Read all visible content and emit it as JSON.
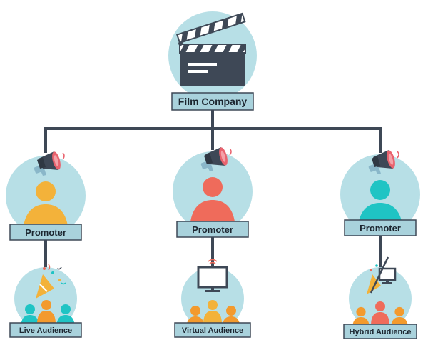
{
  "root": {
    "label": "Film Company",
    "icon": "clapperboard-icon"
  },
  "promoters": [
    {
      "label": "Promoter",
      "person_color": "#f3b23a",
      "icon": "megaphone-icon",
      "audience": {
        "label": "Live Audience",
        "icon": "confetti-popper-icon"
      }
    },
    {
      "label": "Promoter",
      "person_color": "#ef6b5b",
      "icon": "megaphone-icon",
      "audience": {
        "label": "Virtual Audience",
        "icon": "monitor-icon"
      }
    },
    {
      "label": "Promoter",
      "person_color": "#1fc4c4",
      "icon": "megaphone-icon",
      "audience": {
        "label": "Hybrid Audience",
        "icon": "popper-and-monitor-icon"
      }
    }
  ],
  "colors": {
    "circle": "#b7dfe6",
    "label_box": "#a9d2dc",
    "connector": "#3e4856",
    "text": "#1c2630",
    "crowd_left": "#1fc4c4",
    "crowd_center": "#f39a2d",
    "crowd_right": "#1fc4c4"
  }
}
